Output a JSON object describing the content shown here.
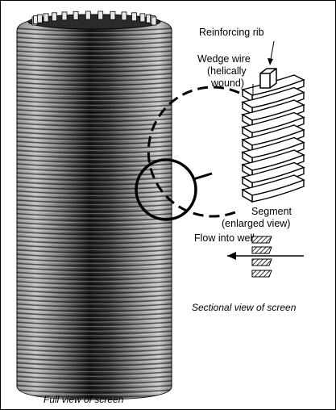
{
  "labels": {
    "reinforcing_rib": "Reinforcing rib",
    "wedge_wire_l1": "Wedge wire",
    "wedge_wire_l2": "(helically",
    "wedge_wire_l3": "wound)",
    "segment_l1": "Segment",
    "segment_l2": "(enlarged view)",
    "flow": "Flow into well"
  },
  "captions": {
    "full_view": "Full view of screen",
    "sectional_view": "Sectional view of screen"
  },
  "colors": {
    "ink": "#000000",
    "screen_dark": "#1a1a1a",
    "screen_light": "#d9d9d9",
    "hatch": "#444444"
  }
}
